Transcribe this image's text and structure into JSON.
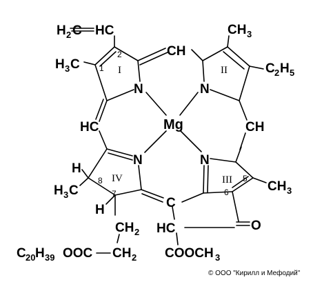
{
  "labels": {
    "vinyl_h2c": "H",
    "vinyl_h2c_sub": "2",
    "vinyl_ceq": "C",
    "vinyl_hc": "HC",
    "me1_h": "H",
    "me1_c": "C",
    "me1_sub": "3",
    "me2_ch": "CH",
    "me2_sub": "3",
    "ethyl_c": "C",
    "ethyl_c_sub": "2",
    "ethyl_h": "H",
    "ethyl_h_sub": "5",
    "meso_top": "CH",
    "meso_left": "HC",
    "meso_right": "CH",
    "n1": "N",
    "n2": "N",
    "n3": "N",
    "n4": "N",
    "mg": "Mg",
    "h_upper": "H",
    "me4_h": "H",
    "me4_c": "C",
    "me4_sub": "3",
    "h_lower": "H",
    "me3_ch": "CH",
    "me3_sub": "3",
    "c_meso": "C",
    "hc_ring": "HC",
    "o_keto": "O",
    "ch2_a": "CH",
    "ch2_a_sub": "2",
    "ch2_b": "CH",
    "ch2_b_sub": "2",
    "phytyl_c": "C",
    "phytyl_c_sub": "20",
    "phytyl_h": "H",
    "phytyl_h_sub": "39",
    "ooc": "OOC",
    "cooch": "COOCH",
    "cooch_sub": "3"
  },
  "positions": {
    "pos1": "1",
    "pos2": "2",
    "pos5": "5",
    "pos6": "6",
    "pos7": "7",
    "pos8": "8"
  },
  "ring_numerals": {
    "ring1": "I",
    "ring2": "II",
    "ring3": "III",
    "ring4": "IV"
  },
  "copyright": "© ООО \"Кирилл и Мефодий\""
}
